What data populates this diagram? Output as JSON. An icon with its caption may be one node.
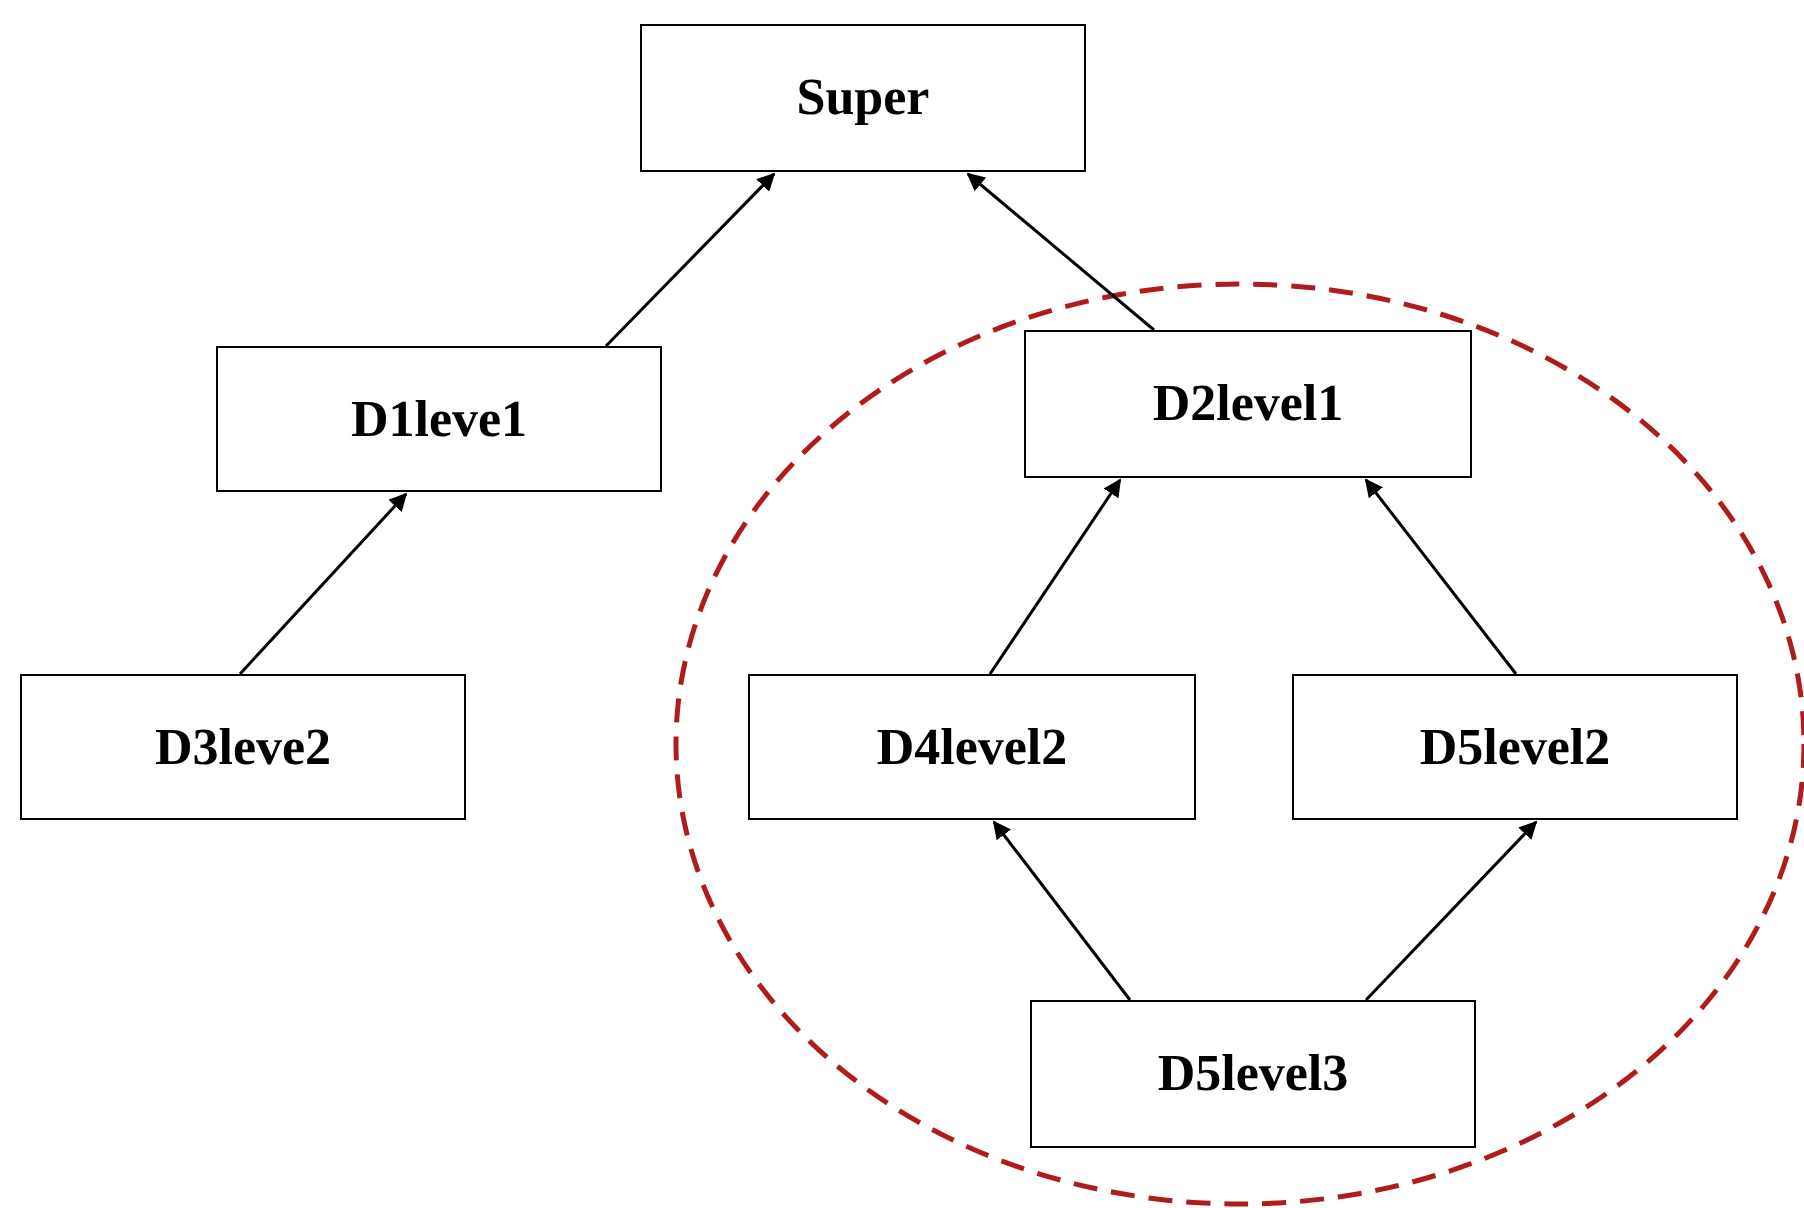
{
  "diagram": {
    "nodes": [
      {
        "text": [
          "Super"
        ]
      },
      {
        "text": [
          "D1leve1"
        ]
      },
      {
        "text": [
          "D2level1"
        ]
      },
      {
        "text": [
          "D3leve2"
        ]
      },
      {
        "text": [
          "D4level2"
        ]
      },
      {
        "text": [
          "D5level2"
        ]
      },
      {
        "text": [
          "D5level3"
        ]
      }
    ],
    "edges": [
      {
        "from": 1,
        "to": 0,
        "arrow": "to"
      },
      {
        "from": 2,
        "to": 0,
        "arrow": "to"
      },
      {
        "from": 3,
        "to": 1,
        "arrow": "to"
      },
      {
        "from": 4,
        "to": 2,
        "arrow": "to"
      },
      {
        "from": 5,
        "to": 2,
        "arrow": "to"
      },
      {
        "from": 6,
        "to": 4,
        "arrow": "to"
      },
      {
        "from": 6,
        "to": 5,
        "arrow": "to"
      }
    ]
  }
}
